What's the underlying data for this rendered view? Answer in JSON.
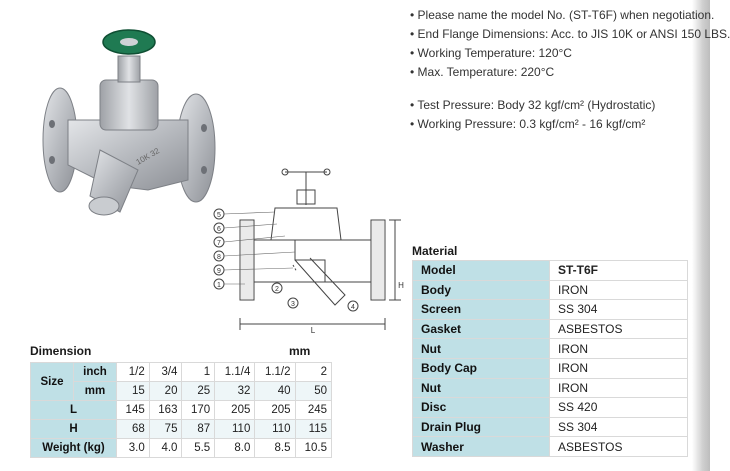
{
  "notes": [
    "Please name the model No. (ST-T6F) when negotiation.",
    "End Flange Dimensions: Acc. to JIS 10K or ANSI 150 LBS.",
    "Working Temperature: 120°C",
    "Max. Temperature: 220°C",
    "Test Pressure: Body 32 kgf/cm² (Hydrostatic)",
    "Working Pressure: 0.3 kgf/cm² - 16 kgf/cm²"
  ],
  "photo": {
    "body_marking": "10K 32"
  },
  "schematic": {
    "callouts": [
      "5",
      "6",
      "7",
      "8",
      "9",
      "1",
      "2",
      "3",
      "4"
    ],
    "dim_h": "H",
    "dim_l": "L"
  },
  "dimension": {
    "title": "Dimension",
    "unit": "mm",
    "size_label": "Size",
    "inch_label": "inch",
    "mm_label": "mm",
    "inch": [
      "1/2",
      "3/4",
      "1",
      "1.1/4",
      "1.1/2",
      "2"
    ],
    "mm": [
      "15",
      "20",
      "25",
      "32",
      "40",
      "50"
    ],
    "rows": [
      {
        "label": "L",
        "values": [
          "145",
          "163",
          "170",
          "205",
          "205",
          "245"
        ]
      },
      {
        "label": "H",
        "values": [
          "68",
          "75",
          "87",
          "110",
          "110",
          "115"
        ]
      },
      {
        "label": "Weight (kg)",
        "values": [
          "3.0",
          "4.0",
          "5.5",
          "8.0",
          "8.5",
          "10.5"
        ]
      }
    ]
  },
  "material": {
    "title": "Material",
    "rows": [
      {
        "part": "Model",
        "material": "ST-T6F"
      },
      {
        "part": "Body",
        "material": "IRON"
      },
      {
        "part": "Screen",
        "material": "SS 304"
      },
      {
        "part": "Gasket",
        "material": "ASBESTOS"
      },
      {
        "part": "Nut",
        "material": "IRON"
      },
      {
        "part": "Body Cap",
        "material": "IRON"
      },
      {
        "part": "Nut",
        "material": "IRON"
      },
      {
        "part": "Disc",
        "material": "SS 420"
      },
      {
        "part": "Drain Plug",
        "material": "SS 304"
      },
      {
        "part": "Washer",
        "material": "ASBESTOS"
      }
    ]
  },
  "colors": {
    "table_header": "#bfe0e6",
    "handwheel": "#1f7a52",
    "cast_iron": "#b9bcc1"
  }
}
